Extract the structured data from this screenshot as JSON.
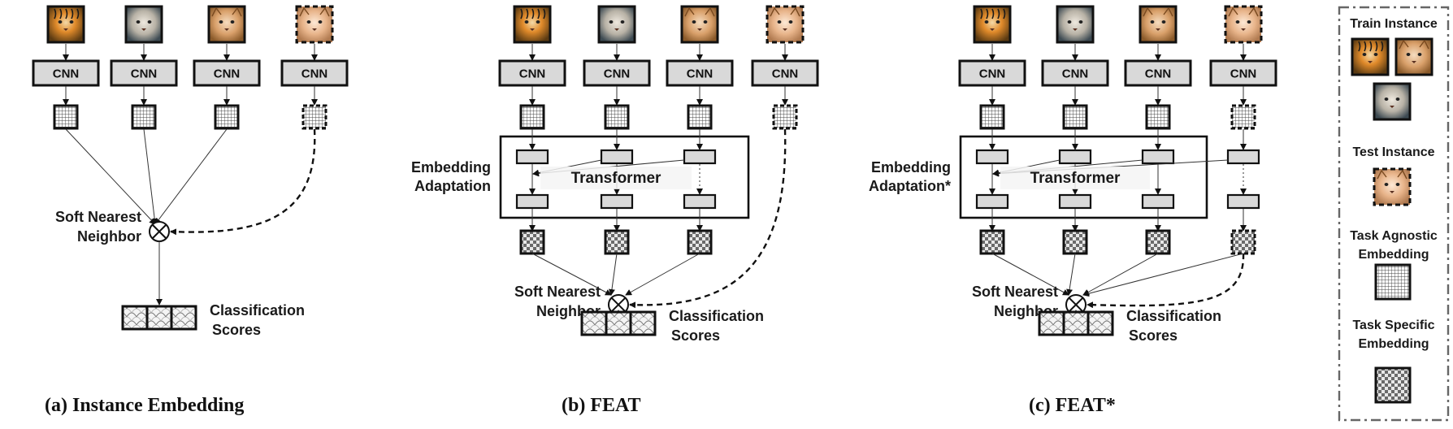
{
  "panels": {
    "a": {
      "caption": "(a) Instance Embedding",
      "cnn_label": "CNN",
      "soft_nn_line1": "Soft Nearest",
      "soft_nn_line2": "Neighbor",
      "scores_line1": "Classification",
      "scores_line2": "Scores"
    },
    "b": {
      "caption": "(b) FEAT",
      "cnn_label": "CNN",
      "adapt_line1": "Embedding",
      "adapt_line2": "Adaptation",
      "transformer": "Transformer",
      "soft_nn_line1": "Soft Nearest",
      "soft_nn_line2": "Neighbor",
      "scores_line1": "Classification",
      "scores_line2": "Scores"
    },
    "c": {
      "caption": "(c) FEAT*",
      "cnn_label": "CNN",
      "adapt_line1": "Embedding",
      "adapt_line2": "Adaptation*",
      "transformer": "Transformer",
      "soft_nn_line1": "Soft Nearest",
      "soft_nn_line2": "Neighbor",
      "scores_line1": "Classification",
      "scores_line2": "Scores"
    }
  },
  "legend": {
    "train_instance": "Train Instance",
    "test_instance": "Test Instance",
    "task_agnostic_line1": "Task Agnostic",
    "task_agnostic_line2": "Embedding",
    "task_specific_line1": "Task Specific",
    "task_specific_line2": "Embedding"
  },
  "colors": {
    "cnn_fill": "#d9d9d9",
    "tiger": "#d2781f",
    "cat": "#d9a06a",
    "monkey": "#b8b2a6"
  }
}
